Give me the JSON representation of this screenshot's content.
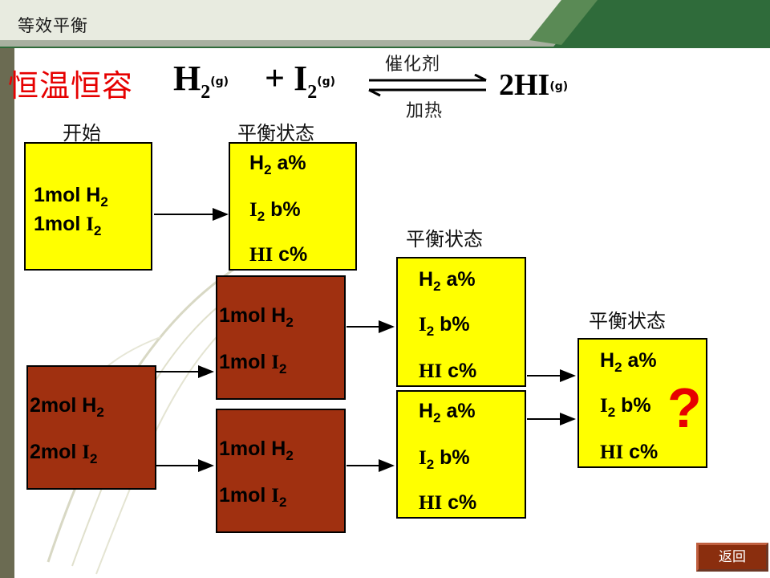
{
  "header": {
    "title": "等效平衡"
  },
  "condition": {
    "label": "恒温恒容"
  },
  "equation": {
    "reactant1": "H",
    "reactant1_sub": "2",
    "reactant1_phase": "(g)",
    "plus": "+ I",
    "reactant2_sub": "2",
    "reactant2_phase": "(g)",
    "catalyst": "催化剂",
    "heat": "加热",
    "product": "2HI",
    "product_phase": "(g)"
  },
  "captions": {
    "start": "开始",
    "equilibrium": "平衡状态"
  },
  "start_box": {
    "line1": "1mol H",
    "line1_sub": "2",
    "line2": "1mol ",
    "line2_i": "I",
    "line2_sub": "2"
  },
  "eq_box": {
    "h2": "H",
    "h2_sub": "2",
    "h2_val": " a%",
    "i2": "I",
    "i2_sub": "2",
    "i2_val": "  b%",
    "hi": "HI",
    "hi_val": " c%"
  },
  "double_box": {
    "line1": "2mol H",
    "line1_sub": "2",
    "line2": "2mol ",
    "line2_i": "I",
    "line2_sub": "2"
  },
  "split_box": {
    "line1": "1mol H",
    "line1_sub": "2",
    "line2": "1mol ",
    "line2_i": "I",
    "line2_sub": "2"
  },
  "question_mark": "?",
  "back_button": {
    "label": "返回"
  }
}
